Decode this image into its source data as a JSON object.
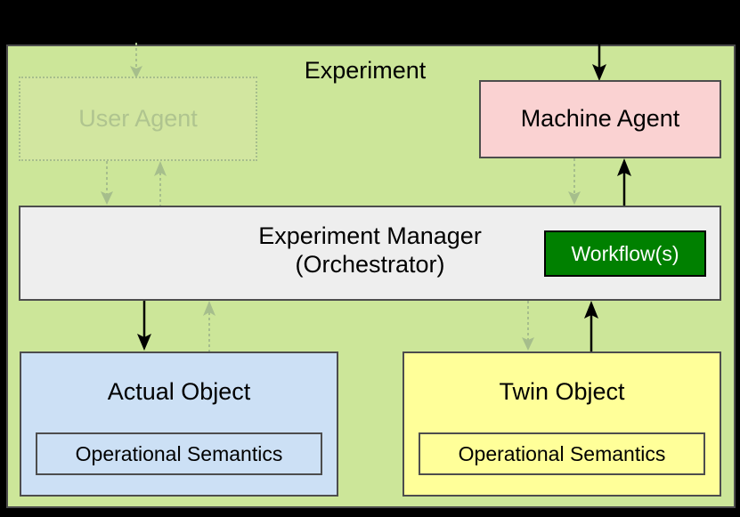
{
  "diagram": {
    "title": "Experiment",
    "background_color": "#000000",
    "container_color": "#CCE699"
  },
  "nodes": {
    "user_agent": {
      "label": "User Agent",
      "state": "faded",
      "fill": "#D2E6A0",
      "border": "#A6BE8C",
      "text_color": "#AFC48F"
    },
    "machine_agent": {
      "label": "Machine Agent",
      "fill": "#FAD2D2",
      "border": "#4D4D4D",
      "text_color": "#000000"
    },
    "experiment_manager": {
      "label": "Experiment Manager\n(Orchestrator)",
      "fill": "#EEEEEE",
      "border": "#4D4D4D",
      "text_color": "#000000"
    },
    "workflows": {
      "label": "Workflow(s)",
      "fill": "#008000",
      "border": "#000000",
      "text_color": "#FFFFFF"
    },
    "actual_object": {
      "label": "Actual Object",
      "fill": "#CCE0F5",
      "border": "#4D4D4D",
      "text_color": "#000000",
      "inner_label": "Operational Semantics"
    },
    "twin_object": {
      "label": "Twin Object",
      "fill": "#FFFF99",
      "border": "#4D4D4D",
      "text_color": "#000000",
      "inner_label": "Operational Semantics"
    }
  },
  "connectors": [
    {
      "name": "external-to-user-agent",
      "style": "dotted",
      "color": "#A6BE8C",
      "direction": "down"
    },
    {
      "name": "external-to-machine-agent",
      "style": "solid",
      "color": "#000000",
      "direction": "down"
    },
    {
      "name": "user-agent-to-experiment-manager",
      "style": "dotted",
      "color": "#A6BE8C",
      "direction": "down"
    },
    {
      "name": "experiment-manager-to-user-agent",
      "style": "dotted",
      "color": "#A6BE8C",
      "direction": "up"
    },
    {
      "name": "experiment-manager-to-machine-agent",
      "style": "dotted",
      "color": "#A6BE8C",
      "direction": "down"
    },
    {
      "name": "machine-agent-to-experiment-manager",
      "style": "solid",
      "color": "#000000",
      "direction": "up"
    },
    {
      "name": "experiment-manager-to-actual-object",
      "style": "solid",
      "color": "#000000",
      "direction": "down"
    },
    {
      "name": "actual-object-to-experiment-manager",
      "style": "dotted",
      "color": "#A6BE8C",
      "direction": "up"
    },
    {
      "name": "experiment-manager-to-twin-object",
      "style": "dotted",
      "color": "#A6BE8C",
      "direction": "down"
    },
    {
      "name": "twin-object-to-experiment-manager",
      "style": "solid",
      "color": "#000000",
      "direction": "up"
    }
  ]
}
